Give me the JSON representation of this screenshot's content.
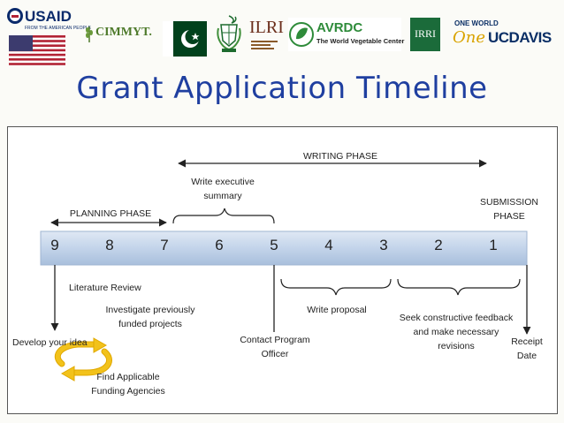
{
  "logos": {
    "usaid": {
      "name": "USAID",
      "tagline": "FROM THE AMERICAN PEOPLE"
    },
    "cimmyt": {
      "name": "CIMMYT."
    },
    "ilri": {
      "name": "ILRI"
    },
    "avrdc": {
      "name": "AVRDC",
      "tagline": "The World Vegetable Center"
    },
    "irri": {
      "name": "IRRI"
    },
    "ucdavis": {
      "top": "ONE WORLD",
      "one": "One",
      "ucdavis": "UCDAVIS"
    }
  },
  "title": "Grant Application Timeline",
  "timeline": {
    "numbers": [
      "9",
      "8",
      "7",
      "6",
      "5",
      "4",
      "3",
      "2",
      "1"
    ],
    "phases": {
      "writing": "WRITING PHASE",
      "planning": "PLANNING PHASE",
      "submission_line1": "SUBMISSION",
      "submission_line2": "PHASE"
    },
    "labels": {
      "write_exec_line1": "Write executive",
      "write_exec_line2": "summary",
      "lit_review": "Literature Review",
      "investigate_line1": "Investigate previously",
      "investigate_line2": "funded projects",
      "develop": "Develop your idea",
      "find_line1": "Find Applicable",
      "find_line2": "Funding Agencies",
      "contact_line1": "Contact Program",
      "contact_line2": "Officer",
      "write_proposal": "Write proposal",
      "feedback_line1": "Seek constructive feedback",
      "feedback_line2": "and make necessary",
      "feedback_line3": "revisions",
      "receipt_line1": "Receipt",
      "receipt_line2": "Date"
    }
  },
  "colors": {
    "title": "#1f3fa0",
    "timeline_bar": "#c3d4ea",
    "cycle_arrow": "#f2c21b",
    "pakistan_green": "#01411c",
    "avrdc_green": "#2e8b3a",
    "irri_green": "#1b6b3a",
    "ucdavis_gold": "#d9a300",
    "ucdavis_blue": "#0b2f66",
    "usaid_blue": "#0a2a6b"
  }
}
